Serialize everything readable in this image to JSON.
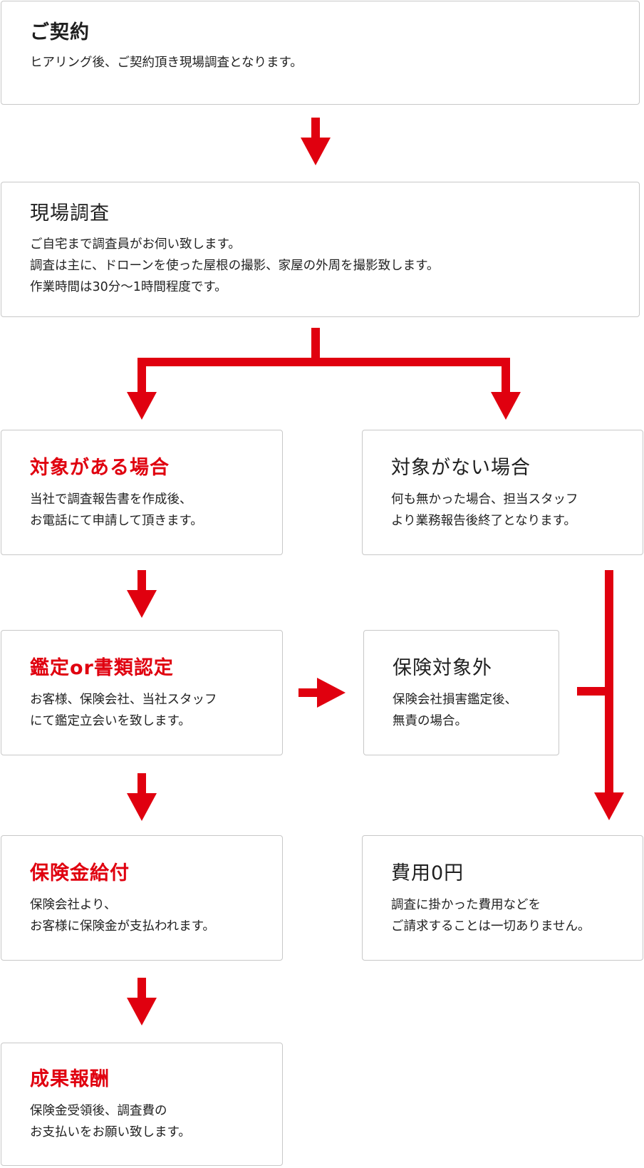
{
  "steps": {
    "contract": {
      "title": "ご契約",
      "desc": "ヒアリング後、ご契約頂き現場調査となります。"
    },
    "survey": {
      "title": "現場調査",
      "desc": "ご自宅まで調査員がお伺い致します。\n調査は主に、ドローンを使った屋根の撮影、家屋の外周を撮影致します。\n作業時間は30分〜1時間程度です。"
    },
    "eligible": {
      "title": "対象がある場合",
      "desc": "当社で調査報告書を作成後、\nお電話にて申請して頂きます。"
    },
    "not_eligible": {
      "title": "対象がない場合",
      "desc": "何も無かった場合、担当スタッフ\nより業務報告後終了となります。"
    },
    "appraisal": {
      "title": "鑑定or書類認定",
      "desc": "お客様、保険会社、当社スタッフ\nにて鑑定立会いを致します。"
    },
    "not_covered": {
      "title": "保険対象外",
      "desc": "保険会社損害鑑定後、\n無責の場合。"
    },
    "payout": {
      "title": "保険金給付",
      "desc": "保険会社より、\nお客様に保険金が支払われます。"
    },
    "zero_cost": {
      "title": "費用0円",
      "desc": "調査に掛かった費用などを\nご請求することは一切ありません。"
    },
    "reward": {
      "title": "成果報酬",
      "desc": "保険金受領後、調査費の\nお支払いをお願い致します。"
    }
  },
  "colors": {
    "accent": "#e0000f",
    "border": "#c8c8c8",
    "text": "#222222"
  }
}
